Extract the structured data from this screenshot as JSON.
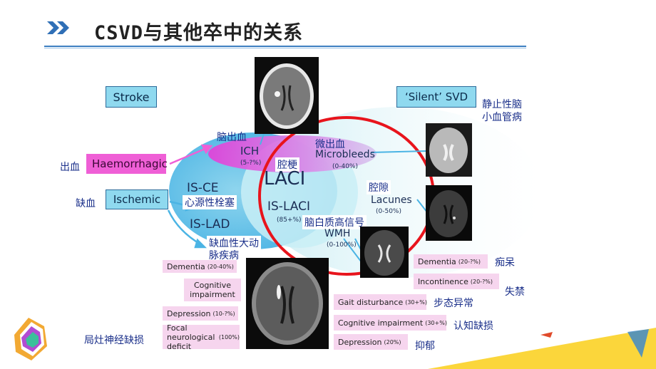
{
  "title": "CSVD与其他卒中的关系",
  "stroke_label": "Stroke",
  "silent_svd_label": "‘Silent’ SVD",
  "silent_svd_cn": [
    "静止性脑",
    "小血管病"
  ],
  "haemorrhagic": {
    "en": "Haemorrhagic",
    "cn": "出血"
  },
  "ischemic": {
    "en": "Ischemic",
    "cn": "缺血"
  },
  "ich": {
    "cn": "脑出血",
    "en": "ICH",
    "pct": "(5-?%)"
  },
  "microbleeds": {
    "cn": "微出血",
    "en": "Microbleeds",
    "pct": "(0-40%)"
  },
  "laci": {
    "en": "LACI",
    "cn": "腔梗"
  },
  "is_ce": {
    "en": "IS-CE",
    "cn": "心源性栓塞"
  },
  "is_laci": {
    "en": "IS-LACI",
    "pct": "(85+%)"
  },
  "is_lad": {
    "en": "IS-LAD",
    "cn": [
      "缺血性大动",
      "脉疾病"
    ]
  },
  "lacunes": {
    "cn": "腔隙",
    "en": "Lacunes",
    "pct": "(0-50%)"
  },
  "wmh": {
    "cn": "脑白质高信号",
    "en": "WMH",
    "pct": "(0-100%)"
  },
  "left_outcomes": [
    {
      "label": "Dementia",
      "pct": "(20-40%)"
    },
    {
      "label": "Cognitive impairment",
      "pct": ""
    },
    {
      "label": "Depression",
      "pct": "(10-?%)"
    },
    {
      "label": "Focal neurological deficit",
      "pct": "(100%)"
    }
  ],
  "left_outcome_cn": "局灶神经缺损",
  "right_outcomes": [
    {
      "label": "Dementia",
      "pct": "(20-?%)",
      "cn": "痴呆"
    },
    {
      "label": "Incontinence",
      "pct": "(20-?%)",
      "cn": "失禁"
    },
    {
      "label": "Gait disturbance",
      "pct": "(30+%)",
      "cn": "步态异常"
    },
    {
      "label": "Cognitive impairment",
      "pct": "(30+%)",
      "cn": "认知缺损"
    },
    {
      "label": "Depression",
      "pct": "(20%)",
      "cn": "抑郁"
    }
  ],
  "colors": {
    "cyan": "#8fd9ef",
    "magenta": "#ef5fd6",
    "pink": "#f6d5ee",
    "red_ring": "#e8141c",
    "title_rule": "#3d7fc1"
  }
}
